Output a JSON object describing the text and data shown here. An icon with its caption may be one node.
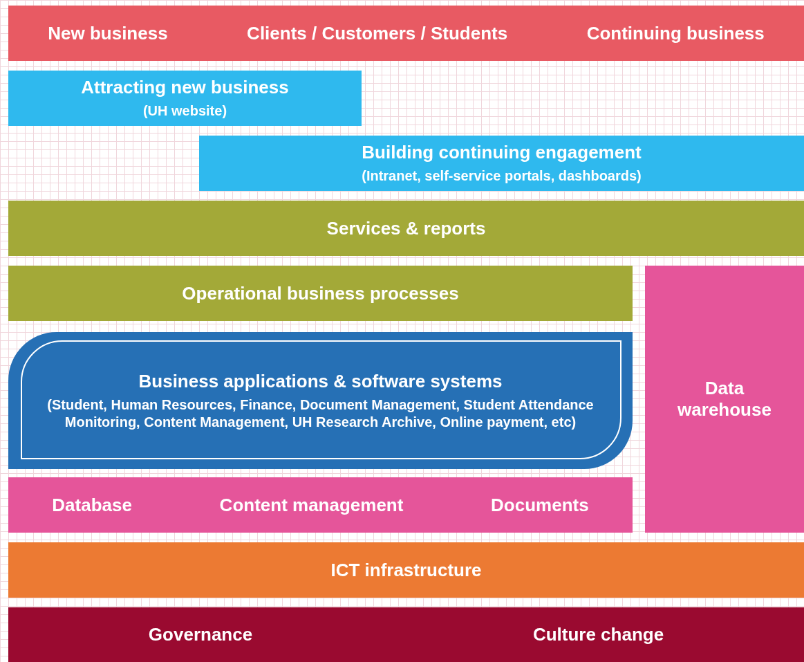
{
  "diagram": {
    "nodes": [
      {
        "text": [
          "New business",
          "Clients / Customers / Students",
          "Continuing business"
        ]
      },
      {
        "text": [
          "Attracting new business",
          "(UH website)"
        ]
      },
      {
        "text": [
          "Building continuing engagement",
          "(Intranet, self-service portals, dashboards)"
        ]
      },
      {
        "text": [
          "Services & reports"
        ]
      },
      {
        "text": [
          "Operational business processes"
        ]
      },
      {
        "text": [
          "Data warehouse"
        ]
      },
      {
        "text": [
          "Business applications & software systems",
          "(Student, Human Resources, Finance, Document Management, Student Attendance Monitoring, Content Management, UH Research Archive, Online payment, etc)"
        ]
      },
      {
        "text": [
          "Database",
          "Content management",
          "Documents"
        ]
      },
      {
        "text": [
          "ICT infrastructure"
        ]
      },
      {
        "text": [
          "Governance",
          "Culture change"
        ]
      }
    ]
  }
}
